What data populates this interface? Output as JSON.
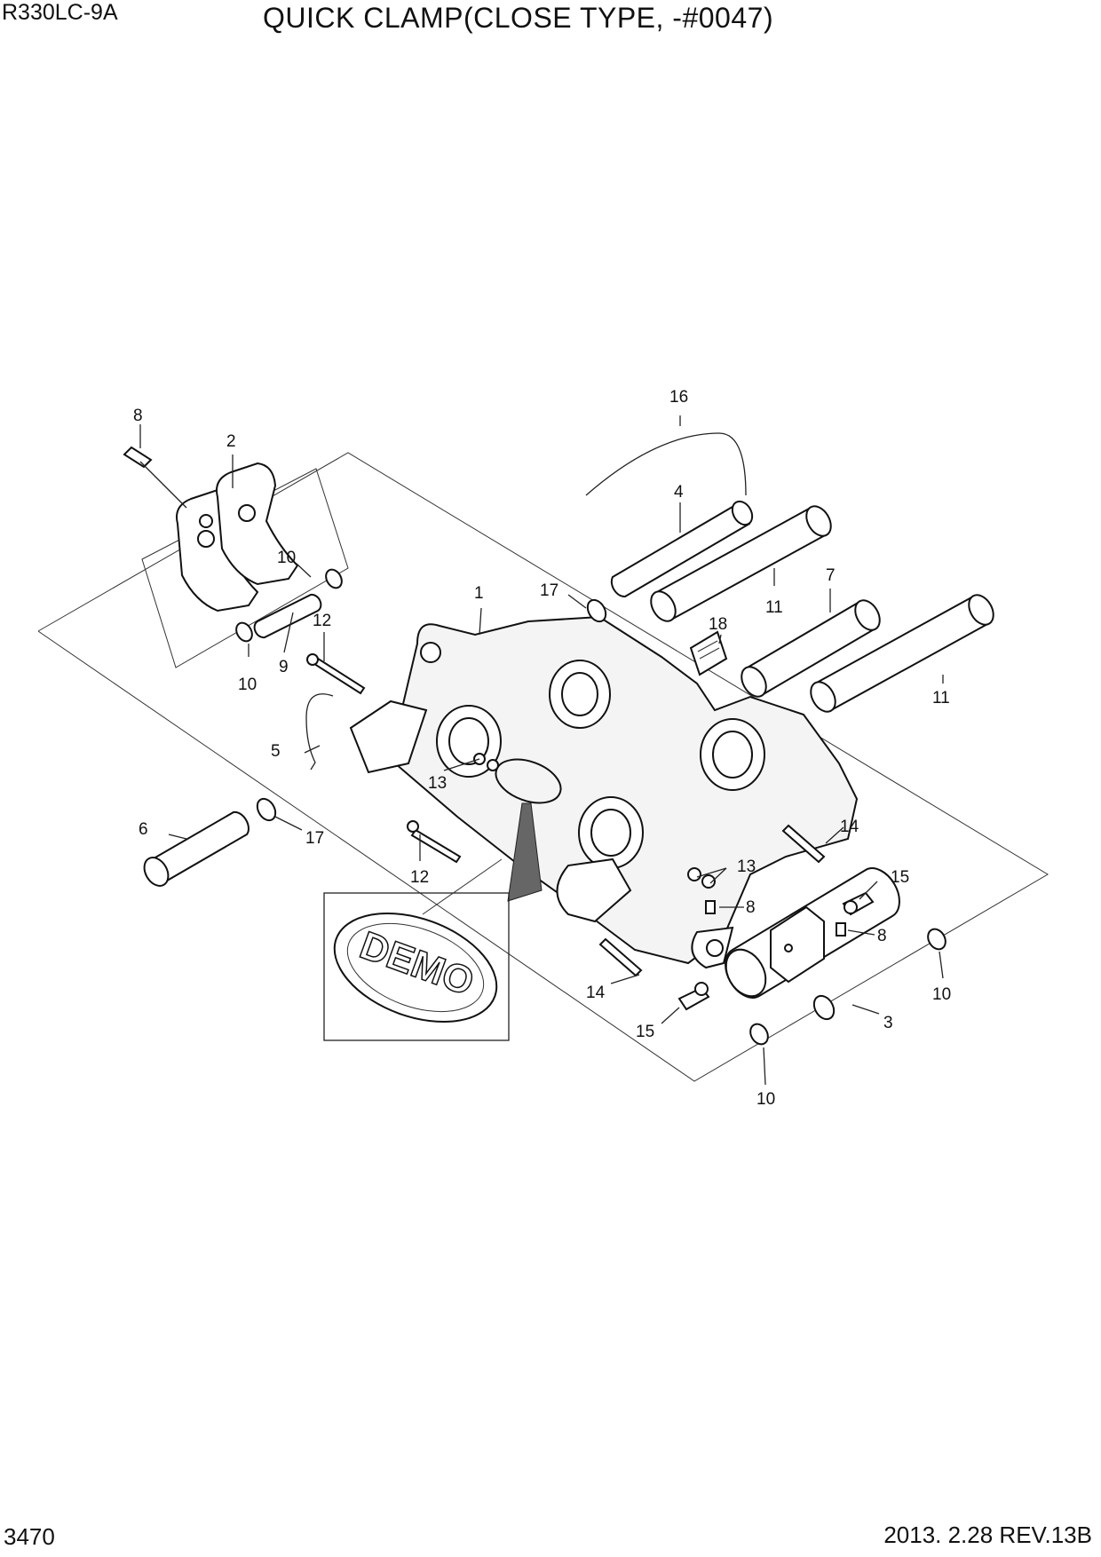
{
  "header": {
    "model": "R330LC-9A",
    "title": "QUICK CLAMP(CLOSE TYPE, -#0047)"
  },
  "footer": {
    "page_number": "3470",
    "revision": "2013. 2.28  REV.13B"
  },
  "logo_text": "DEMO",
  "callouts": {
    "c1": "1",
    "c2": "2",
    "c3": "3",
    "c4": "4",
    "c5": "5",
    "c6": "6",
    "c7": "7",
    "c8a": "8",
    "c8b": "8",
    "c8c": "8",
    "c9": "9",
    "c10a": "10",
    "c10b": "10",
    "c10c": "10",
    "c10d": "10",
    "c11a": "11",
    "c11b": "11",
    "c12a": "12",
    "c12b": "12",
    "c13a": "13",
    "c13b": "13",
    "c14a": "14",
    "c14b": "14",
    "c15a": "15",
    "c15b": "15",
    "c16": "16",
    "c17a": "17",
    "c17b": "17",
    "c18": "18"
  }
}
